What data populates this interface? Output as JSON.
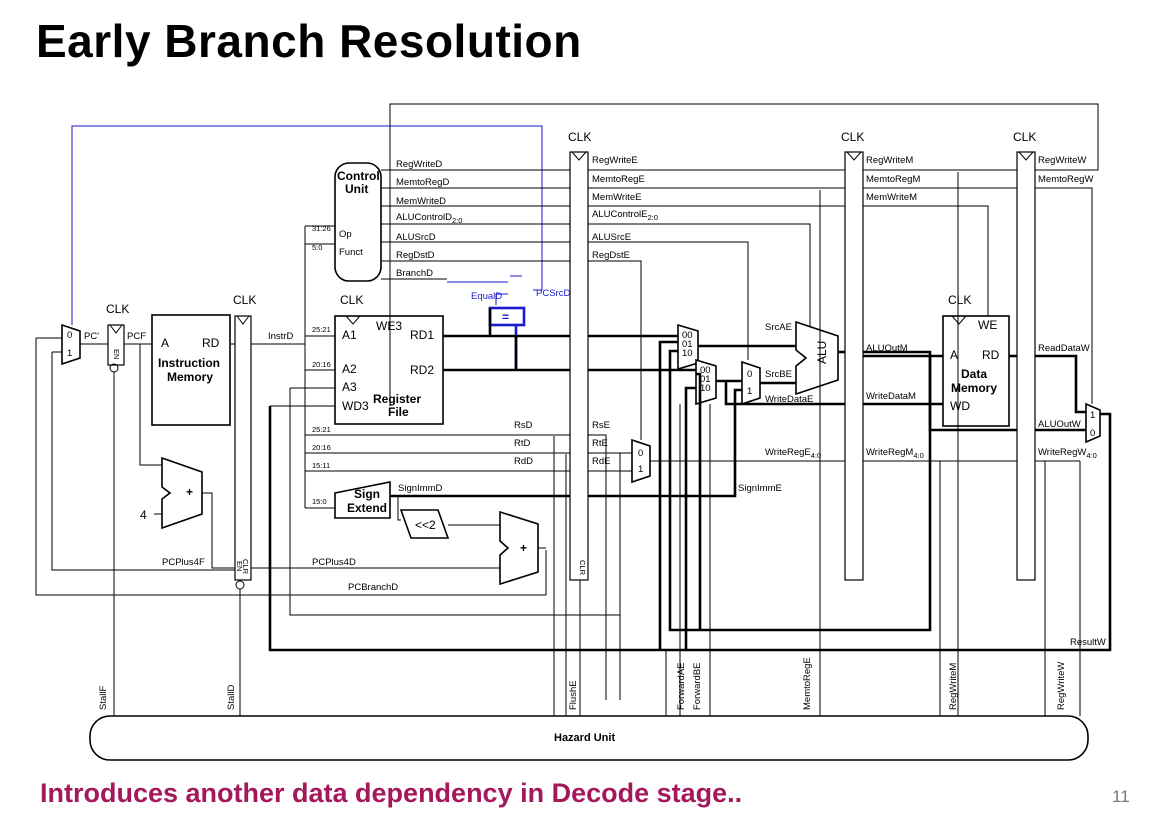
{
  "title": "Early Branch Resolution",
  "footer": "Introduces another data dependency in Decode stage..",
  "page_number": "11",
  "clock": "CLK",
  "pc": {
    "pc_prime": "PC'",
    "pcf": "PCF",
    "mux0": "0",
    "mux1": "1",
    "en": "EN",
    "four": "4",
    "pcplus4f": "PCPlus4F",
    "pcplus4d": "PCPlus4D",
    "pcbranchd": "PCBranchD",
    "plus": "+",
    "clr": "CLR"
  },
  "imem": {
    "a": "A",
    "rd": "RD",
    "name1": "Instruction",
    "name2": "Memory",
    "instrd": "InstrD"
  },
  "control": {
    "name1": "Control",
    "name2": "Unit",
    "op": "Op",
    "funct": "Funct",
    "bits_op": "31:26",
    "bits_funct": "5:0",
    "outputs": [
      "RegWriteD",
      "MemtoRegD",
      "MemWriteD",
      "ALUControlD",
      "ALUSrcD",
      "RegDstD",
      "BranchD"
    ],
    "alu_sub": "2:0"
  },
  "regfile": {
    "we3": "WE3",
    "a1": "A1",
    "a2": "A2",
    "a3": "A3",
    "wd3": "WD3",
    "rd1": "RD1",
    "rd2": "RD2",
    "name1": "Register",
    "name2": "File",
    "bits": [
      "25:21",
      "20:16",
      "25:21",
      "20:16",
      "15:11",
      "15:0"
    ],
    "rsd": "RsD",
    "rtd": "RtD",
    "rdd": "RdD"
  },
  "branch": {
    "equald": "EqualD",
    "pcsrcd": "PCSrcD",
    "eq": "="
  },
  "signext": {
    "name1": "Sign",
    "name2": "Extend",
    "signimmd": "SignImmD",
    "shift": "<<2"
  },
  "execute": {
    "outputs": [
      "RegWriteE",
      "MemtoRegE",
      "MemWriteE",
      "ALUControlE",
      "ALUSrcE",
      "RegDstE"
    ],
    "alu_sub": "2:0",
    "rse": "RsE",
    "rte": "RtE",
    "rde": "RdE",
    "srcae": "SrcAE",
    "srcbe": "SrcBE",
    "writedatae": "WriteDataE",
    "writerege": "WriteRegE",
    "wr_sub": "4:0",
    "signimme": "SignImmE",
    "fwd": [
      "00",
      "01",
      "10"
    ],
    "alu": "ALU"
  },
  "memory": {
    "outputs": [
      "RegWriteM",
      "MemtoRegM",
      "MemWriteM"
    ],
    "aluoutm": "ALUOutM",
    "writedatam": "WriteDataM",
    "writeregm": "WriteRegM",
    "wr_sub": "4:0"
  },
  "dmem": {
    "we": "WE",
    "a": "A",
    "rd": "RD",
    "name1": "Data",
    "name2": "Memory",
    "wd": "WD"
  },
  "writeback": {
    "outputs": [
      "RegWriteW",
      "MemtoRegW"
    ],
    "readdataw": "ReadDataW",
    "aluoutw": "ALUOutW",
    "writeregw": "WriteRegW",
    "wr_sub": "4:0",
    "resultw": "ResultW"
  },
  "hazard": {
    "name": "Hazard Unit",
    "signals": [
      "StallF",
      "StallD",
      "FlushE",
      "ForwardAE",
      "ForwardBE",
      "MemtoRegE",
      "RegWriteM",
      "RegWriteW"
    ]
  }
}
